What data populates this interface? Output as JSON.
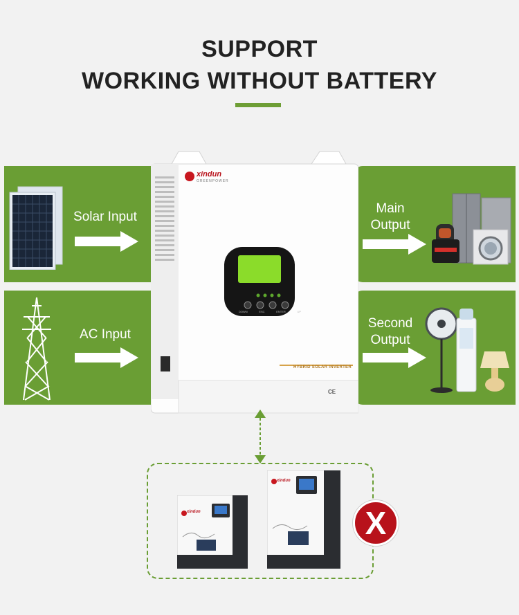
{
  "heading": {
    "line1": "SUPPORT",
    "line2": "WORKING WITHOUT BATTERY"
  },
  "left_top": {
    "label": "Solar Input",
    "icon": "solar-panel-icon"
  },
  "left_bottom": {
    "label": "AC Input",
    "icon": "power-tower-icon"
  },
  "right_top": {
    "label_line1": "Main",
    "label_line2": "Output",
    "icon": "appliances-icon"
  },
  "right_bottom": {
    "label_line1": "Second",
    "label_line2": "Output",
    "icon": "fan-lamp-icon"
  },
  "inverter": {
    "brand": "xindun",
    "brand_sub": "GREENPOWER",
    "product_label": "HYBRID SOLAR INVERTER",
    "buttons": [
      "DOWN",
      "ESC",
      "ENTER",
      "UP"
    ],
    "cert": "CE"
  },
  "battery_units": {
    "brand": "xindun",
    "reject_mark": "X"
  },
  "colors": {
    "accent_green": "#6a9e34",
    "reject_red": "#b8121b",
    "background": "#f2f2f2"
  }
}
